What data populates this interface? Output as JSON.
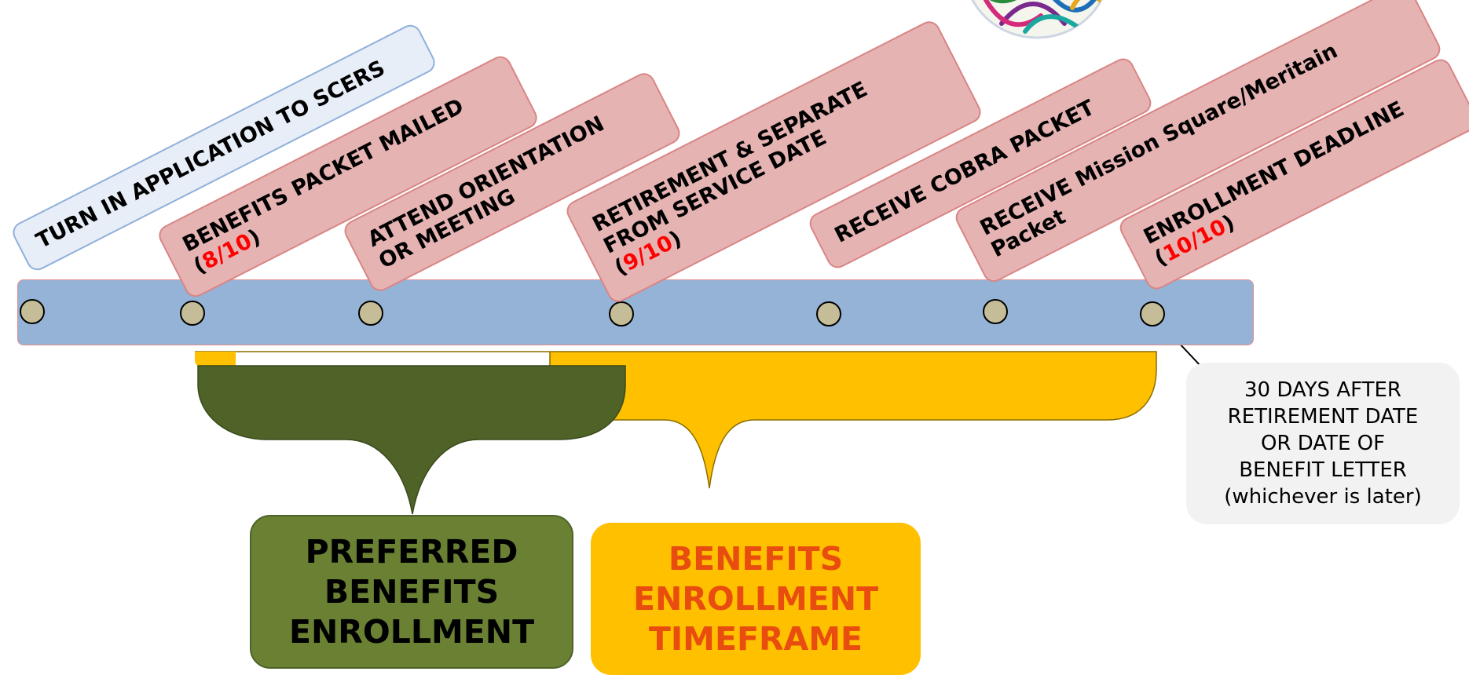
{
  "colors": {
    "timeline": "#95b3d7",
    "step_box": "#e6b3b3",
    "date_text": "#ff0000",
    "preferred": "#6a8134",
    "timeframe": "#ffc000",
    "timeframe_text": "#e84c0e"
  },
  "steps": [
    {
      "line1": "TURN IN APPLICATION TO SCERS",
      "line2_pre": "",
      "date": "",
      "line2_post": ""
    },
    {
      "line1": "BENEFITS PACKET MAILED",
      "line2_pre": "(",
      "date": "8/10",
      "line2_post": ")"
    },
    {
      "line1": "ATTEND ORIENTATION",
      "line2_pre": "OR MEETING",
      "date": "",
      "line2_post": ""
    },
    {
      "line1": "RETIREMENT & SEPARATE",
      "line1b": "FROM SERVICE DATE",
      "line2_pre": "(",
      "date": "9/10",
      "line2_post": ")"
    },
    {
      "line1": "RECEIVE COBRA PACKET",
      "line2_pre": "",
      "date": "",
      "line2_post": ""
    },
    {
      "line1": "RECEIVE Mission Square/Meritain",
      "line2_pre": "Packet",
      "date": "",
      "line2_post": ""
    },
    {
      "line1": "ENROLLMENT DEADLINE",
      "line2_pre": "(",
      "date": "10/10",
      "line2_post": ")"
    }
  ],
  "preferred_label": "PREFERRED\nBENEFITS\nENROLLMENT",
  "timeframe_label": "BENEFITS\nENROLLMENT\nTIMEFRAME",
  "deadline_note": "30 DAYS AFTER\nRETIREMENT DATE\nOR DATE OF\nBENEFIT LETTER\n(whichever is later)"
}
